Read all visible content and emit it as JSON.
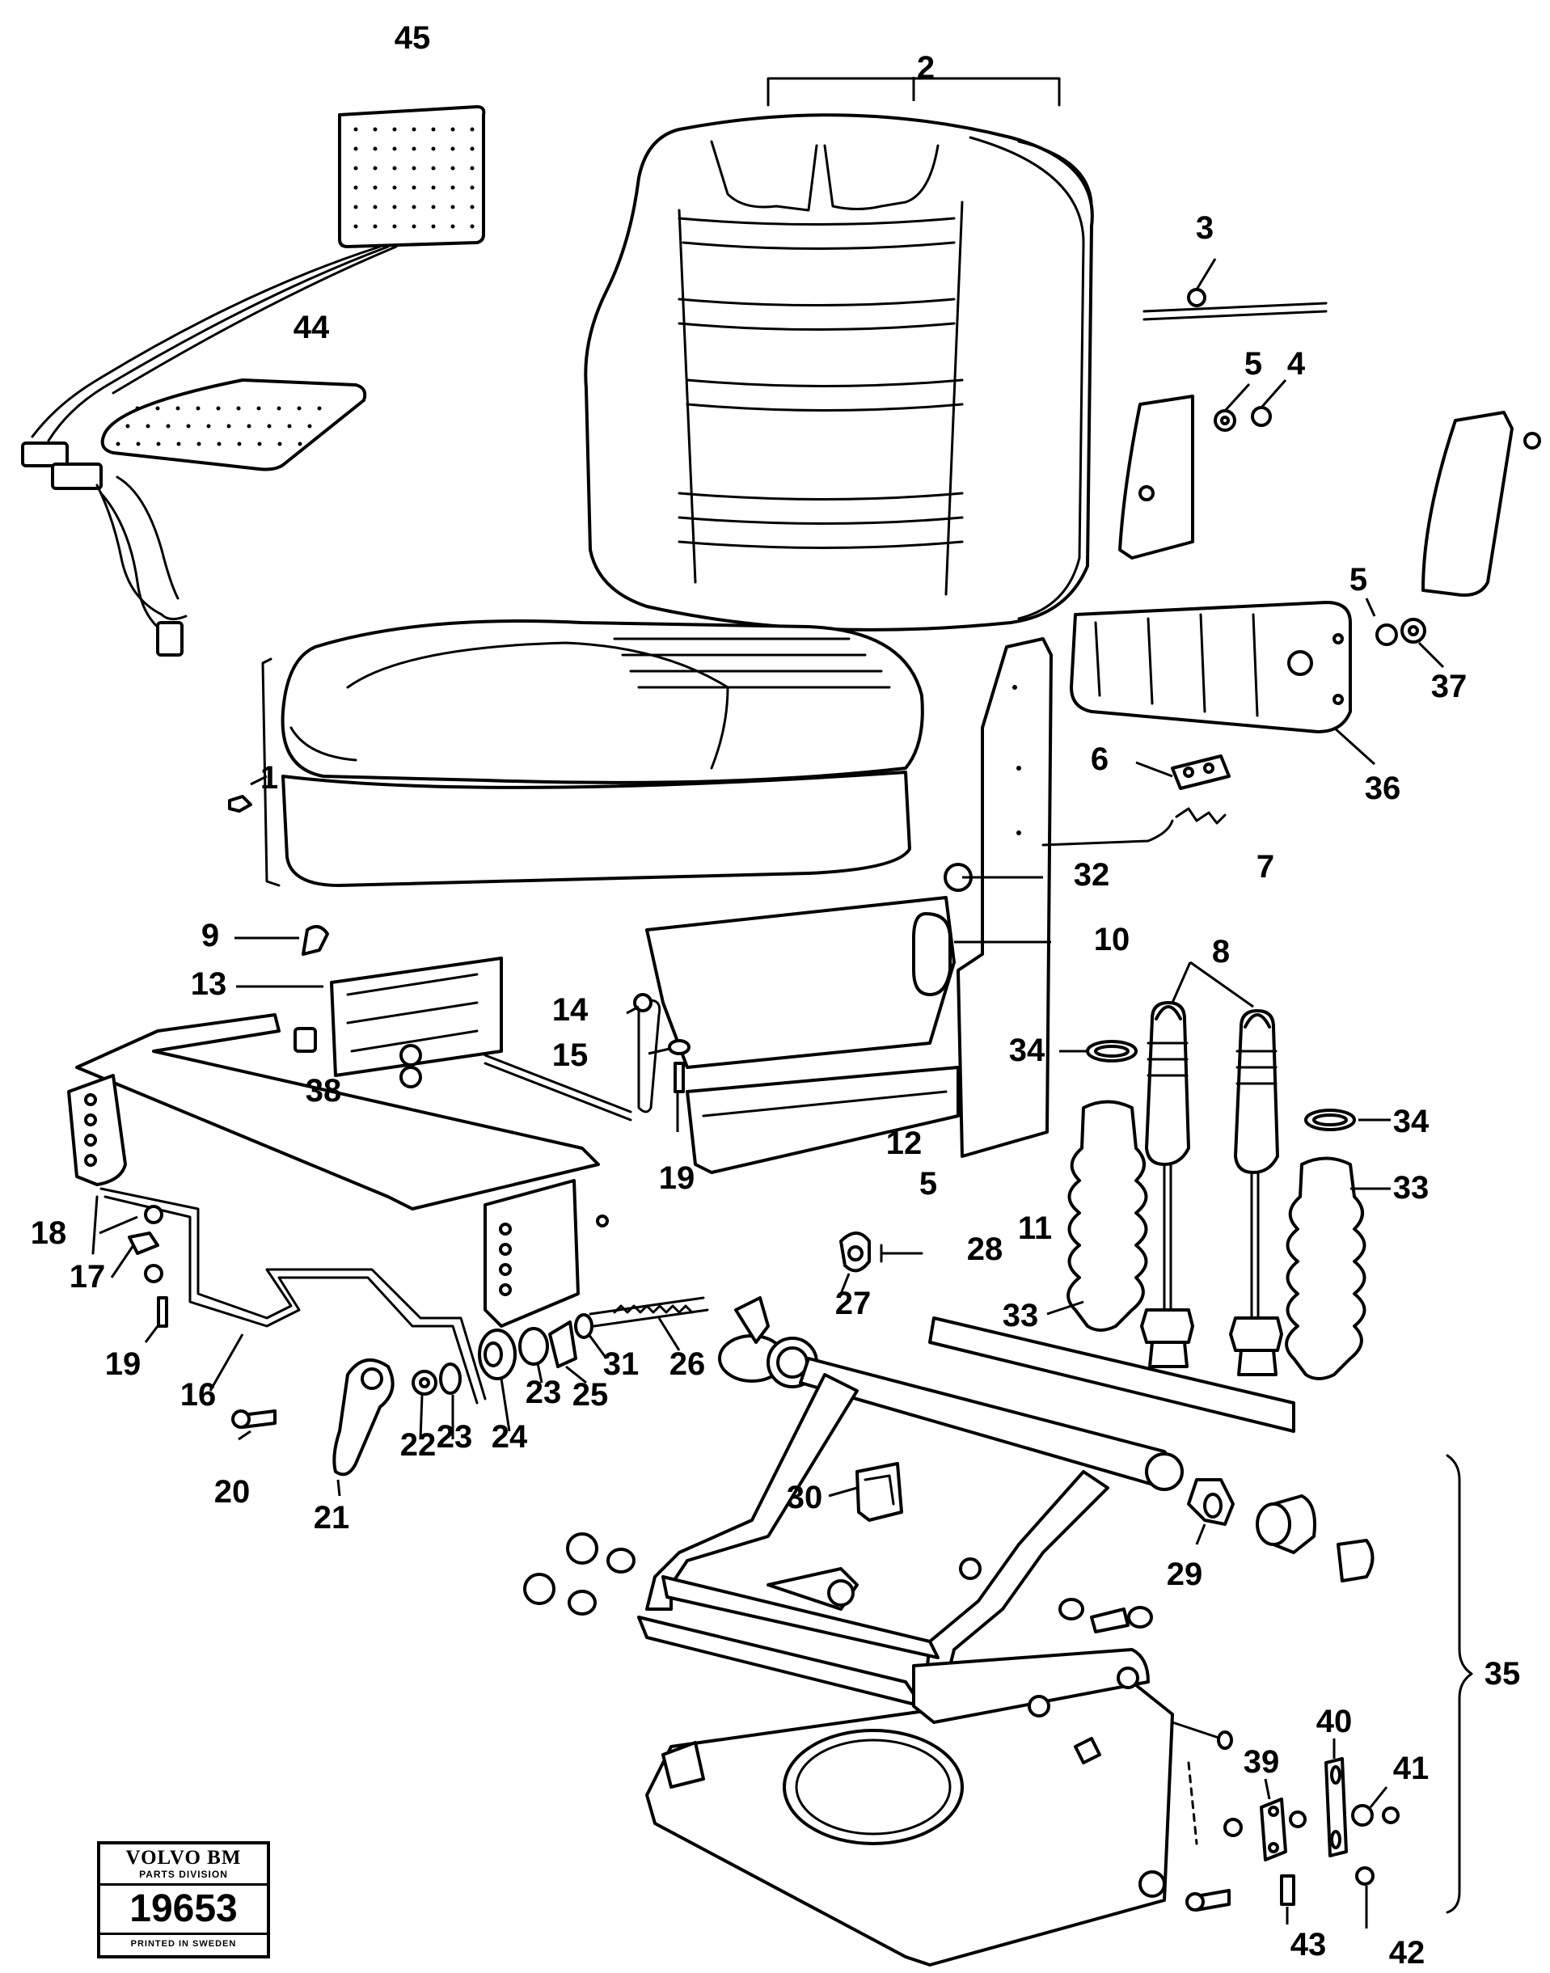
{
  "labels": [
    {
      "id": "p45",
      "text": "45"
    },
    {
      "id": "p2",
      "text": "2"
    },
    {
      "id": "p3",
      "text": "3"
    },
    {
      "id": "p5a",
      "text": "5"
    },
    {
      "id": "p4",
      "text": "4"
    },
    {
      "id": "p44",
      "text": "44"
    },
    {
      "id": "p5b",
      "text": "5"
    },
    {
      "id": "p37",
      "text": "37"
    },
    {
      "id": "p36",
      "text": "36"
    },
    {
      "id": "p1",
      "text": "1"
    },
    {
      "id": "p6",
      "text": "6"
    },
    {
      "id": "p7",
      "text": "7"
    },
    {
      "id": "p32",
      "text": "32"
    },
    {
      "id": "p9",
      "text": "9"
    },
    {
      "id": "p10",
      "text": "10"
    },
    {
      "id": "p8",
      "text": "8"
    },
    {
      "id": "p13",
      "text": "13"
    },
    {
      "id": "p14",
      "text": "14"
    },
    {
      "id": "p15",
      "text": "15"
    },
    {
      "id": "p38",
      "text": "38"
    },
    {
      "id": "p34a",
      "text": "34"
    },
    {
      "id": "p34b",
      "text": "34"
    },
    {
      "id": "p12",
      "text": "12"
    },
    {
      "id": "p19a",
      "text": "19"
    },
    {
      "id": "p5c",
      "text": "5"
    },
    {
      "id": "p11",
      "text": "11"
    },
    {
      "id": "p33a",
      "text": "33"
    },
    {
      "id": "p18",
      "text": "18"
    },
    {
      "id": "p28",
      "text": "28"
    },
    {
      "id": "p27",
      "text": "27"
    },
    {
      "id": "p33b",
      "text": "33"
    },
    {
      "id": "p17",
      "text": "17"
    },
    {
      "id": "p19b",
      "text": "19"
    },
    {
      "id": "p26",
      "text": "26"
    },
    {
      "id": "p31",
      "text": "31"
    },
    {
      "id": "p16",
      "text": "16"
    },
    {
      "id": "p23a",
      "text": "23"
    },
    {
      "id": "p25",
      "text": "25"
    },
    {
      "id": "p23b",
      "text": "23"
    },
    {
      "id": "p22",
      "text": "22"
    },
    {
      "id": "p24",
      "text": "24"
    },
    {
      "id": "p20",
      "text": "20"
    },
    {
      "id": "p21",
      "text": "21"
    },
    {
      "id": "p30",
      "text": "30"
    },
    {
      "id": "p29",
      "text": "29"
    },
    {
      "id": "p35",
      "text": "35"
    },
    {
      "id": "p39",
      "text": "39"
    },
    {
      "id": "p40",
      "text": "40"
    },
    {
      "id": "p41",
      "text": "41"
    },
    {
      "id": "p43",
      "text": "43"
    },
    {
      "id": "p42",
      "text": "42"
    }
  ],
  "stamp": {
    "brand": "VOLVO BM",
    "division": "PARTS DIVISION",
    "number": "19653",
    "footer": "PRINTED IN SWEDEN"
  }
}
